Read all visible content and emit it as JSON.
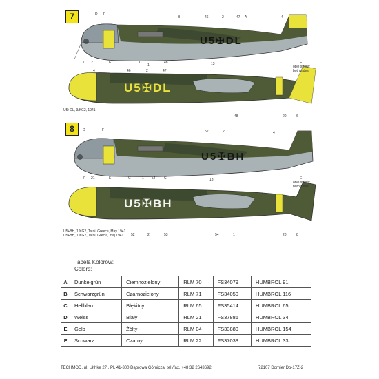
{
  "profiles": [
    {
      "number": "7",
      "code_upper": "U5✠DL",
      "code_lower": "U5✠DL",
      "callouts_top": [
        "D",
        "F",
        "B",
        "46",
        "2",
        "47",
        "A",
        "4"
      ],
      "callouts_bottom": [
        "7",
        "21",
        "E",
        "C",
        "1",
        "48",
        "13",
        "E"
      ],
      "callouts_lower": [
        "4",
        "46",
        "2",
        "47",
        "48",
        "20",
        "6"
      ],
      "note": "obie strony\nboth sides",
      "caption": "U5+DL, 3/KG2, 1941."
    },
    {
      "number": "8",
      "code_upper": "U5✠BH",
      "code_lower": "U5✠BH",
      "callouts_top": [
        "D",
        "F",
        "52",
        "2",
        "4"
      ],
      "callouts_bottom": [
        "7",
        "21",
        "E",
        "C",
        "1",
        "54",
        "C",
        "13",
        "E"
      ],
      "callouts_lower": [
        "52",
        "2",
        "53",
        "54",
        "1",
        "20",
        "8"
      ],
      "note": "obie strony\nboth sides",
      "caption": "U5+BH, 1/KG2, Tatoi, Greece, May 1941.\nU5+BH, 1/KG2, Tatoi, Grecja, maj 1941."
    }
  ],
  "legend": {
    "title_pl": "Tabela Kolorów:",
    "title_en": "Colors:",
    "rows": [
      {
        "key": "A",
        "de": "Dunkelgrün",
        "pl": "Ciemnozielony",
        "rlm": "RLM 70",
        "fs": "FS34079",
        "humbrol": "HUMBROL 91"
      },
      {
        "key": "B",
        "de": "Schwarzgrün",
        "pl": "Czarnozielony",
        "rlm": "RLM 71",
        "fs": "FS34050",
        "humbrol": "HUMBROL 116"
      },
      {
        "key": "C",
        "de": "Hellblau",
        "pl": "Błękitny",
        "rlm": "RLM 65",
        "fs": "FS35414",
        "humbrol": "HUMBROL 65"
      },
      {
        "key": "D",
        "de": "Weiss",
        "pl": "Biały",
        "rlm": "RLM 21",
        "fs": "FS37886",
        "humbrol": "HUMBROL 34"
      },
      {
        "key": "E",
        "de": "Gelb",
        "pl": "Żółty",
        "rlm": "RLM 04",
        "fs": "FS33880",
        "humbrol": "HUMBROL 154"
      },
      {
        "key": "F",
        "de": "Schwarz",
        "pl": "Czarny",
        "rlm": "RLM 22",
        "fs": "FS37038",
        "humbrol": "HUMBROL 33"
      }
    ]
  },
  "footer": {
    "left": "TECHMOD, ul. Ułthke 27 , PL 41-300 Dąbrowa Górnicza, tel./fax. +48 32 2643692",
    "right": "72107 Dornier Do-17Z-2"
  },
  "colors": {
    "dunkelgruen": "#4f5a36",
    "schwarzgruen": "#3a4630",
    "hellblau": "#a9b2b4",
    "gelb": "#e8e23a",
    "schwarz": "#161616",
    "weiss": "#f4f4f4"
  }
}
